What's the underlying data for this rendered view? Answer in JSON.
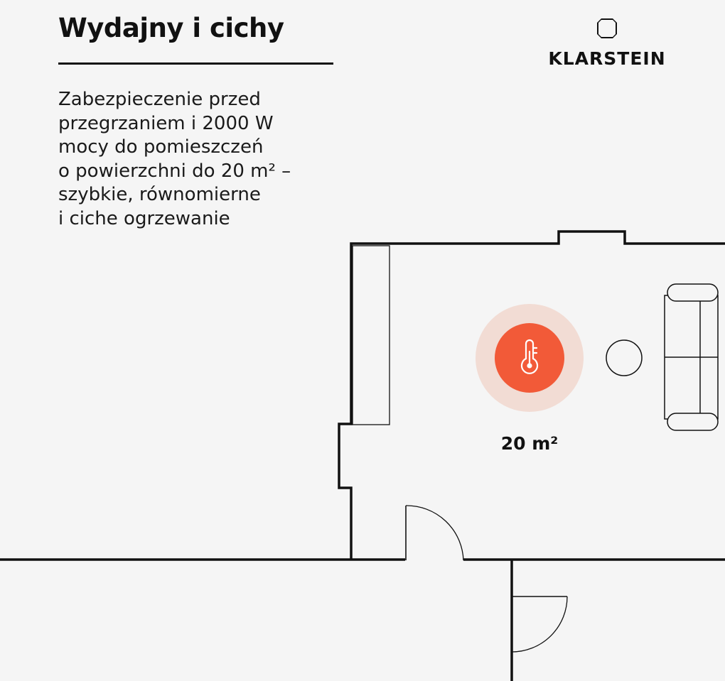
{
  "headline": "Wydajny i cichy",
  "description_lines": [
    "Zabezpieczenie przed",
    "przegrzaniem i 2000 W",
    "mocy do pomieszczeń",
    "o powierzchni do 20 m² –",
    "szybkie, równomierne",
    "i ciche ogrzewanie"
  ],
  "brand": {
    "name": "KLARSTEIN",
    "logo_icon": "klarstein-diamond-logo-icon"
  },
  "floor_plan": {
    "area_label": "20 m²",
    "heater_icon": "thermometer-icon",
    "furniture": [
      "sofa",
      "round-table",
      "cabinet"
    ],
    "doors": 2
  },
  "colors": {
    "background": "#f5f5f5",
    "ink": "#111111",
    "accent": "#f25a38",
    "accent_halo": "#f2dcd4"
  }
}
